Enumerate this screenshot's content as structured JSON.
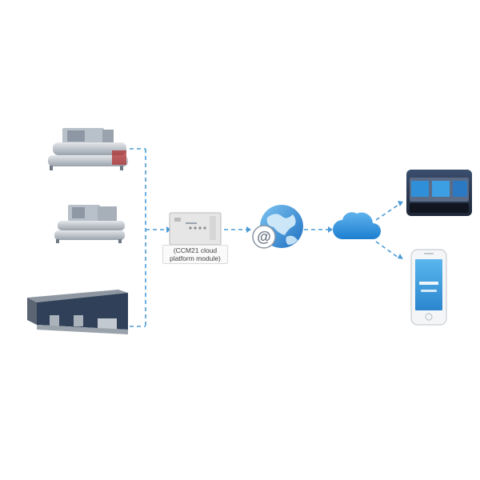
{
  "colors": {
    "connector": "#4a9bd6",
    "cloud": "#2f8fd8",
    "globe": "#2a7fcf",
    "chiller_body": "#c9ced4",
    "condenser_panel": "#2f4058",
    "phone_screen": "#3aa0e0"
  },
  "nodes": [
    {
      "name": "screw-chiller-unit-1",
      "icon": "chiller-icon"
    },
    {
      "name": "screw-chiller-unit-2",
      "icon": "chiller-icon"
    },
    {
      "name": "air-cooled-chiller-unit",
      "icon": "air-cooled-unit-icon"
    },
    {
      "name": "ccm21-cloud-platform-module",
      "icon": "module-box-icon"
    },
    {
      "name": "internet",
      "icon": "internet-globe-icon"
    },
    {
      "name": "cloud",
      "icon": "cloud-icon"
    },
    {
      "name": "control-panel-display",
      "icon": "touch-panel-icon"
    },
    {
      "name": "mobile-phone-app",
      "icon": "smartphone-icon"
    }
  ],
  "module": {
    "label_line1": "(CCM21 cloud",
    "label_line2": "platform module)"
  }
}
